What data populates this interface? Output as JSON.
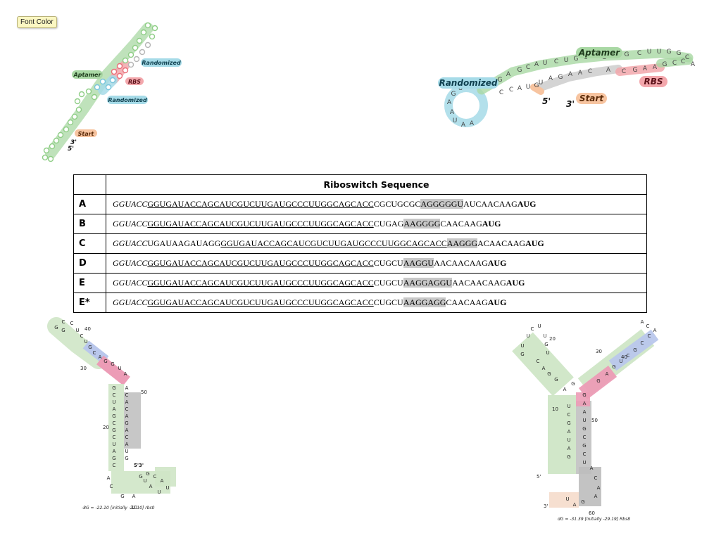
{
  "tooltip": "Font Color",
  "top_left": {
    "labels": {
      "aptamer": "Aptamer",
      "rbs": "RBS",
      "randomized_top": "Randomized",
      "randomized_bottom": "Randomized",
      "start": "Start",
      "three_prime": "3'",
      "five_prime": "5'"
    },
    "colors": {
      "aptamer": "#a9d8a4",
      "rbs": "#f3a7ac",
      "randomized": "#a6dbe8",
      "start": "#f7c4a0",
      "green_ring": "#8fce86",
      "red_ring": "#ea6f7a",
      "blue_ring": "#78c5dc",
      "grey_ring": "#b6b6b6"
    }
  },
  "top_right": {
    "labels": {
      "aptamer": "Aptamer",
      "rbs": "RBS",
      "randomized": "Randomized",
      "start": "Start",
      "five_prime": "5'",
      "three_prime": "3'"
    },
    "bases_top": "GCAUCUGUUGAUGGCCUUGGCAC",
    "bases_bottom": "GUAGAACAACGAAGC",
    "loop_bases": "AUAGGGAUAAUAGAG",
    "left_stem": "GGCCAUGG"
  },
  "table": {
    "header": "Riboswitch Sequence",
    "rows": [
      {
        "label": "A",
        "prefix": "GGUACC",
        "underlined": "GGUGAUACCAGCAUCGUCUUGAUGCCCUUGGCAGCACC",
        "pre_hl": "CGCUGCGC",
        "highlight": "AGGGGGU",
        "post": "AUCAACAAG",
        "aug": "AUG"
      },
      {
        "label": "B",
        "prefix": "GGUACC",
        "underlined": "GGUGAUACCAGCAUCGUCUUGAUGCCCUUGGCAGCACC",
        "pre_hl": "CUGAG",
        "highlight": "AAGGGG",
        "post": "CAACAAG",
        "aug": "AUG"
      },
      {
        "label": "C",
        "prefix": "GGUACC",
        "lead": "UGAUAAGAUAGG",
        "underlined": "GGUGAUACCAGCAUCGUCUUGAUGCCCUUGGCAGCACC",
        "pre_hl": "",
        "highlight": "AAGGG",
        "post": "ACAACAAG",
        "aug": "AUG"
      },
      {
        "label": "D",
        "prefix": "GGUACC",
        "underlined": "GGUGAUACCAGCAUCGUCUUGAUGCCCUUGGCAGCACC",
        "pre_hl": "CUGCU",
        "highlight": "AAGGU",
        "post": "AACAACAAG",
        "aug": "AUG"
      },
      {
        "label": "E",
        "prefix": "GGUACC",
        "underlined": "GGUGAUACCAGCAUCGUCUUGAUGCCCUUGGCAGCACC",
        "pre_hl": "CUGCU",
        "highlight": "AAGGAGGU",
        "post": "AACAACAAG",
        "aug": "AUG"
      },
      {
        "label": "E*",
        "prefix": "GGUACC",
        "underlined": "GGUGAUACCAGCAUCGUCUUGAUGCCCUUGGCAGCACC",
        "pre_hl": "CUGCU",
        "highlight": "AAGGAGG",
        "post": "CAACAAG",
        "aug": "AUG"
      }
    ]
  },
  "bottom_left": {
    "numbers": [
      "40",
      "30",
      "50",
      "20",
      "10"
    ],
    "stem_bases": [
      "G",
      "C",
      "U",
      "A",
      "G",
      "C",
      "G",
      "C",
      "U",
      "A",
      "G",
      "C",
      "G",
      "U",
      "C",
      "G"
    ],
    "right_bases": [
      "A",
      "C",
      "A",
      "C",
      "A",
      "G",
      "A",
      "C",
      "A",
      "U",
      "G"
    ],
    "end_label": "5'3'",
    "footer": "-8G = -22.10 [initially -22.10] rbs0"
  },
  "bottom_right": {
    "numbers": [
      "20",
      "30",
      "40",
      "10",
      "50",
      "5'",
      "3'",
      "60"
    ],
    "footer": "dG = -31.39 [initially -29.19] Rbs8"
  }
}
